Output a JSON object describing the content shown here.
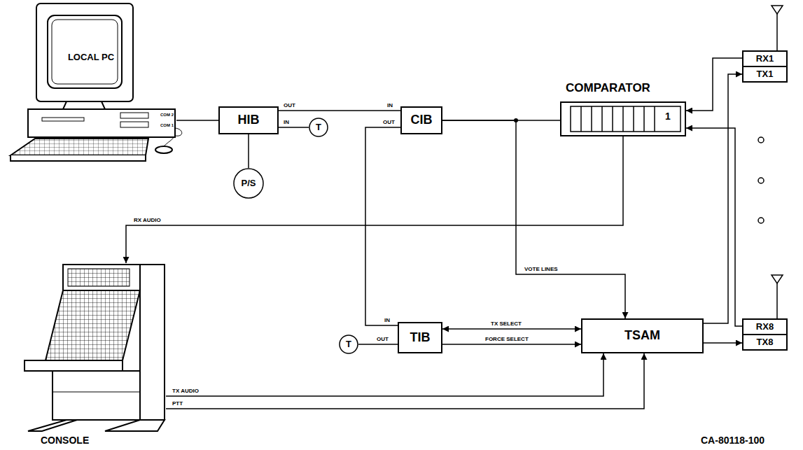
{
  "diagram": {
    "nodes": [
      {
        "text": [
          "LOCAL PC"
        ]
      },
      {
        "text": [
          "HIB"
        ]
      },
      {
        "text": [
          "T"
        ]
      },
      {
        "text": [
          "P/S"
        ]
      },
      {
        "text": [
          "CIB"
        ]
      },
      {
        "text": [
          "COMPARATOR",
          "1"
        ]
      },
      {
        "text": [
          "RX1"
        ]
      },
      {
        "text": [
          "TX1"
        ]
      },
      {
        "text": [
          "CONSOLE"
        ]
      },
      {
        "text": [
          "T"
        ]
      },
      {
        "text": [
          "TIB"
        ]
      },
      {
        "text": [
          "TSAM"
        ]
      },
      {
        "text": [
          "RX8"
        ]
      },
      {
        "text": [
          "TX8"
        ]
      }
    ],
    "edges": [
      {
        "from": 0,
        "to": 1,
        "arrow": "none"
      },
      {
        "from": 1,
        "to": 4,
        "arrow": "none"
      },
      {
        "from": 1,
        "to": 2,
        "arrow": "none"
      },
      {
        "from": 1,
        "to": 3,
        "arrow": "none"
      },
      {
        "from": 4,
        "to": 5,
        "arrow": "none"
      },
      {
        "from": 4,
        "to": 11,
        "label": "VOTE LINES",
        "arrow": "to"
      },
      {
        "from": 4,
        "to": 10,
        "arrow": "none"
      },
      {
        "from": 6,
        "to": 5,
        "arrow": "to"
      },
      {
        "from": 11,
        "to": 7,
        "arrow": "to"
      },
      {
        "from": 12,
        "to": 5,
        "arrow": "to"
      },
      {
        "from": 11,
        "to": 13,
        "arrow": "to"
      },
      {
        "from": 5,
        "to": 8,
        "label": "RX AUDIO",
        "arrow": "to"
      },
      {
        "from": 10,
        "to": 11,
        "label": "TX SELECT",
        "arrow": "both"
      },
      {
        "from": 10,
        "to": 11,
        "label": "FORCE SELECT",
        "arrow": "to"
      },
      {
        "from": 10,
        "to": 9,
        "arrow": "none"
      },
      {
        "from": 8,
        "to": 11,
        "label": "TX AUDIO",
        "arrow": "to"
      },
      {
        "from": 8,
        "to": 11,
        "label": "PTT",
        "arrow": "to"
      }
    ],
    "labels": [
      "COM 2",
      "COM 1",
      "OUT",
      "IN",
      "IN",
      "OUT",
      "IN",
      "OUT",
      "CA-80118-100"
    ]
  }
}
